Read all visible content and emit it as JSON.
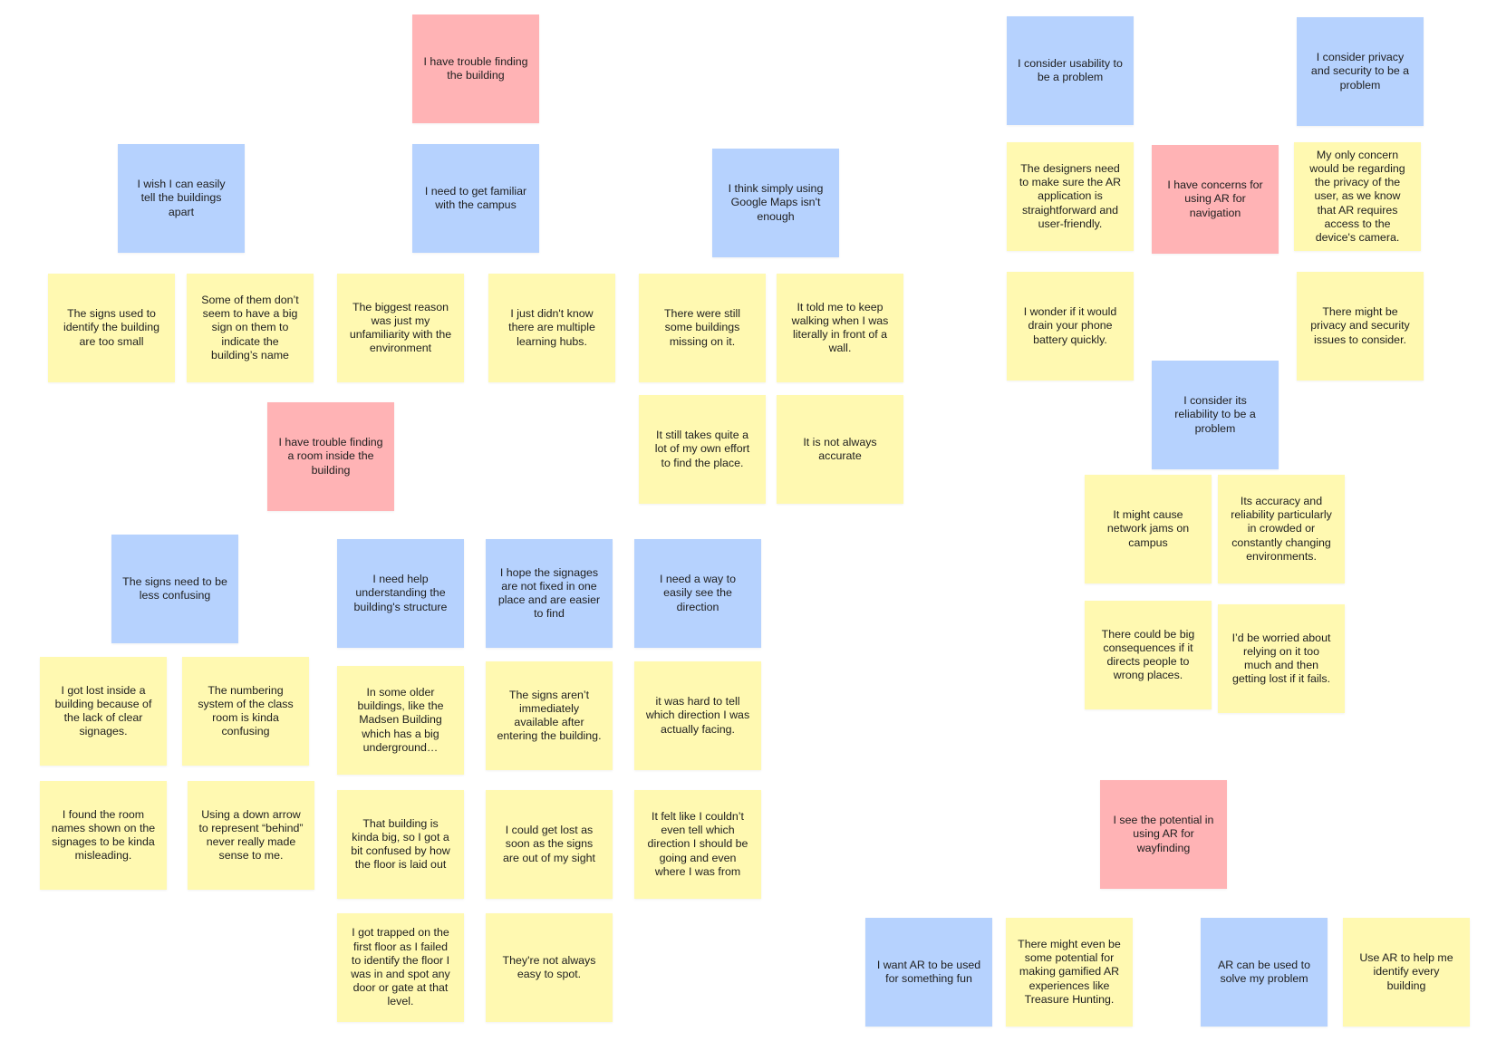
{
  "colors": {
    "yellow": "#fff9b1",
    "blue": "#b6d2fe",
    "red": "#ffb3b5"
  },
  "notes": {
    "n01": "I have trouble finding the building",
    "n02": "I wish I can easily tell the buildings apart",
    "n03": "I need to get familiar with the campus",
    "n04": "I think simply using Google Maps isn't enough",
    "n05": "The signs used to identify the building are too small",
    "n06": "Some of them don’t seem to have a big sign on them to indicate the building’s name",
    "n07": "The biggest reason was just my unfamiliarity with the environment",
    "n08": "I just didn't know there are multiple learning hubs.",
    "n09": "There were still some buildings missing on it.",
    "n10": "It told me to keep walking when I was literally in front of a wall.",
    "n11": "I have trouble finding a room inside the building",
    "n12": "It still takes quite a lot of my own effort to find the place.",
    "n13": "It is not always accurate",
    "n14": "The signs need to be less confusing",
    "n15": "I need help understanding the building's structure",
    "n16": "I hope the signages are not fixed in one place and are easier to find",
    "n17": "I need a way to easily see the direction",
    "n18": "I got lost inside a building because of the lack of clear signages.",
    "n19": "The numbering system of the class room is kinda confusing",
    "n20": "In some older buildings, like the Madsen Building which has a big underground…",
    "n21": "The signs aren’t immediately available after entering the building.",
    "n22": "it was hard to tell which direction I was actually facing.",
    "n23": "I found the room names shown on the signages to be kinda misleading.",
    "n24": "Using a down arrow to represent “behind” never really made sense to me.",
    "n25": "That building is kinda big, so I got a bit confused by how the floor is laid out",
    "n26": "I could get lost as soon as the signs are out of my sight",
    "n27": "It felt like I couldn’t even tell which direction I should be going and even where I was from",
    "n28": "I got trapped on the first floor as I failed to identify the floor I was in and spot any door or gate at that level.",
    "n29": "They're not always easy to spot.",
    "n30": "I consider usability to be a problem",
    "n31": "I consider privacy and security to be a problem",
    "n32": "The designers need to make sure the AR application is straightforward and user-friendly.",
    "n33": "I have concerns for using AR for navigation",
    "n34": "My only concern would be regarding the privacy of the user, as we know that AR requires access to the device's camera.",
    "n35": "I wonder if it would drain your phone battery quickly.",
    "n36": "There might be privacy and security issues to consider.",
    "n37": "I consider its reliability to be a problem",
    "n38": "It might cause network jams on campus",
    "n39": "Its accuracy and reliability particularly in crowded or constantly changing environments.",
    "n40": "There could be big consequences if it directs people to wrong places.",
    "n41": "I’d be worried about relying on it too much and then getting lost if it fails.",
    "n42": "I see the potential in using AR for wayfinding",
    "n43": "I want AR to be used for something fun",
    "n44": "There might even be some potential for making gamified AR experiences like Treasure Hunting.",
    "n45": "AR can be used to solve my problem",
    "n46": "Use AR to help me identify every building"
  }
}
